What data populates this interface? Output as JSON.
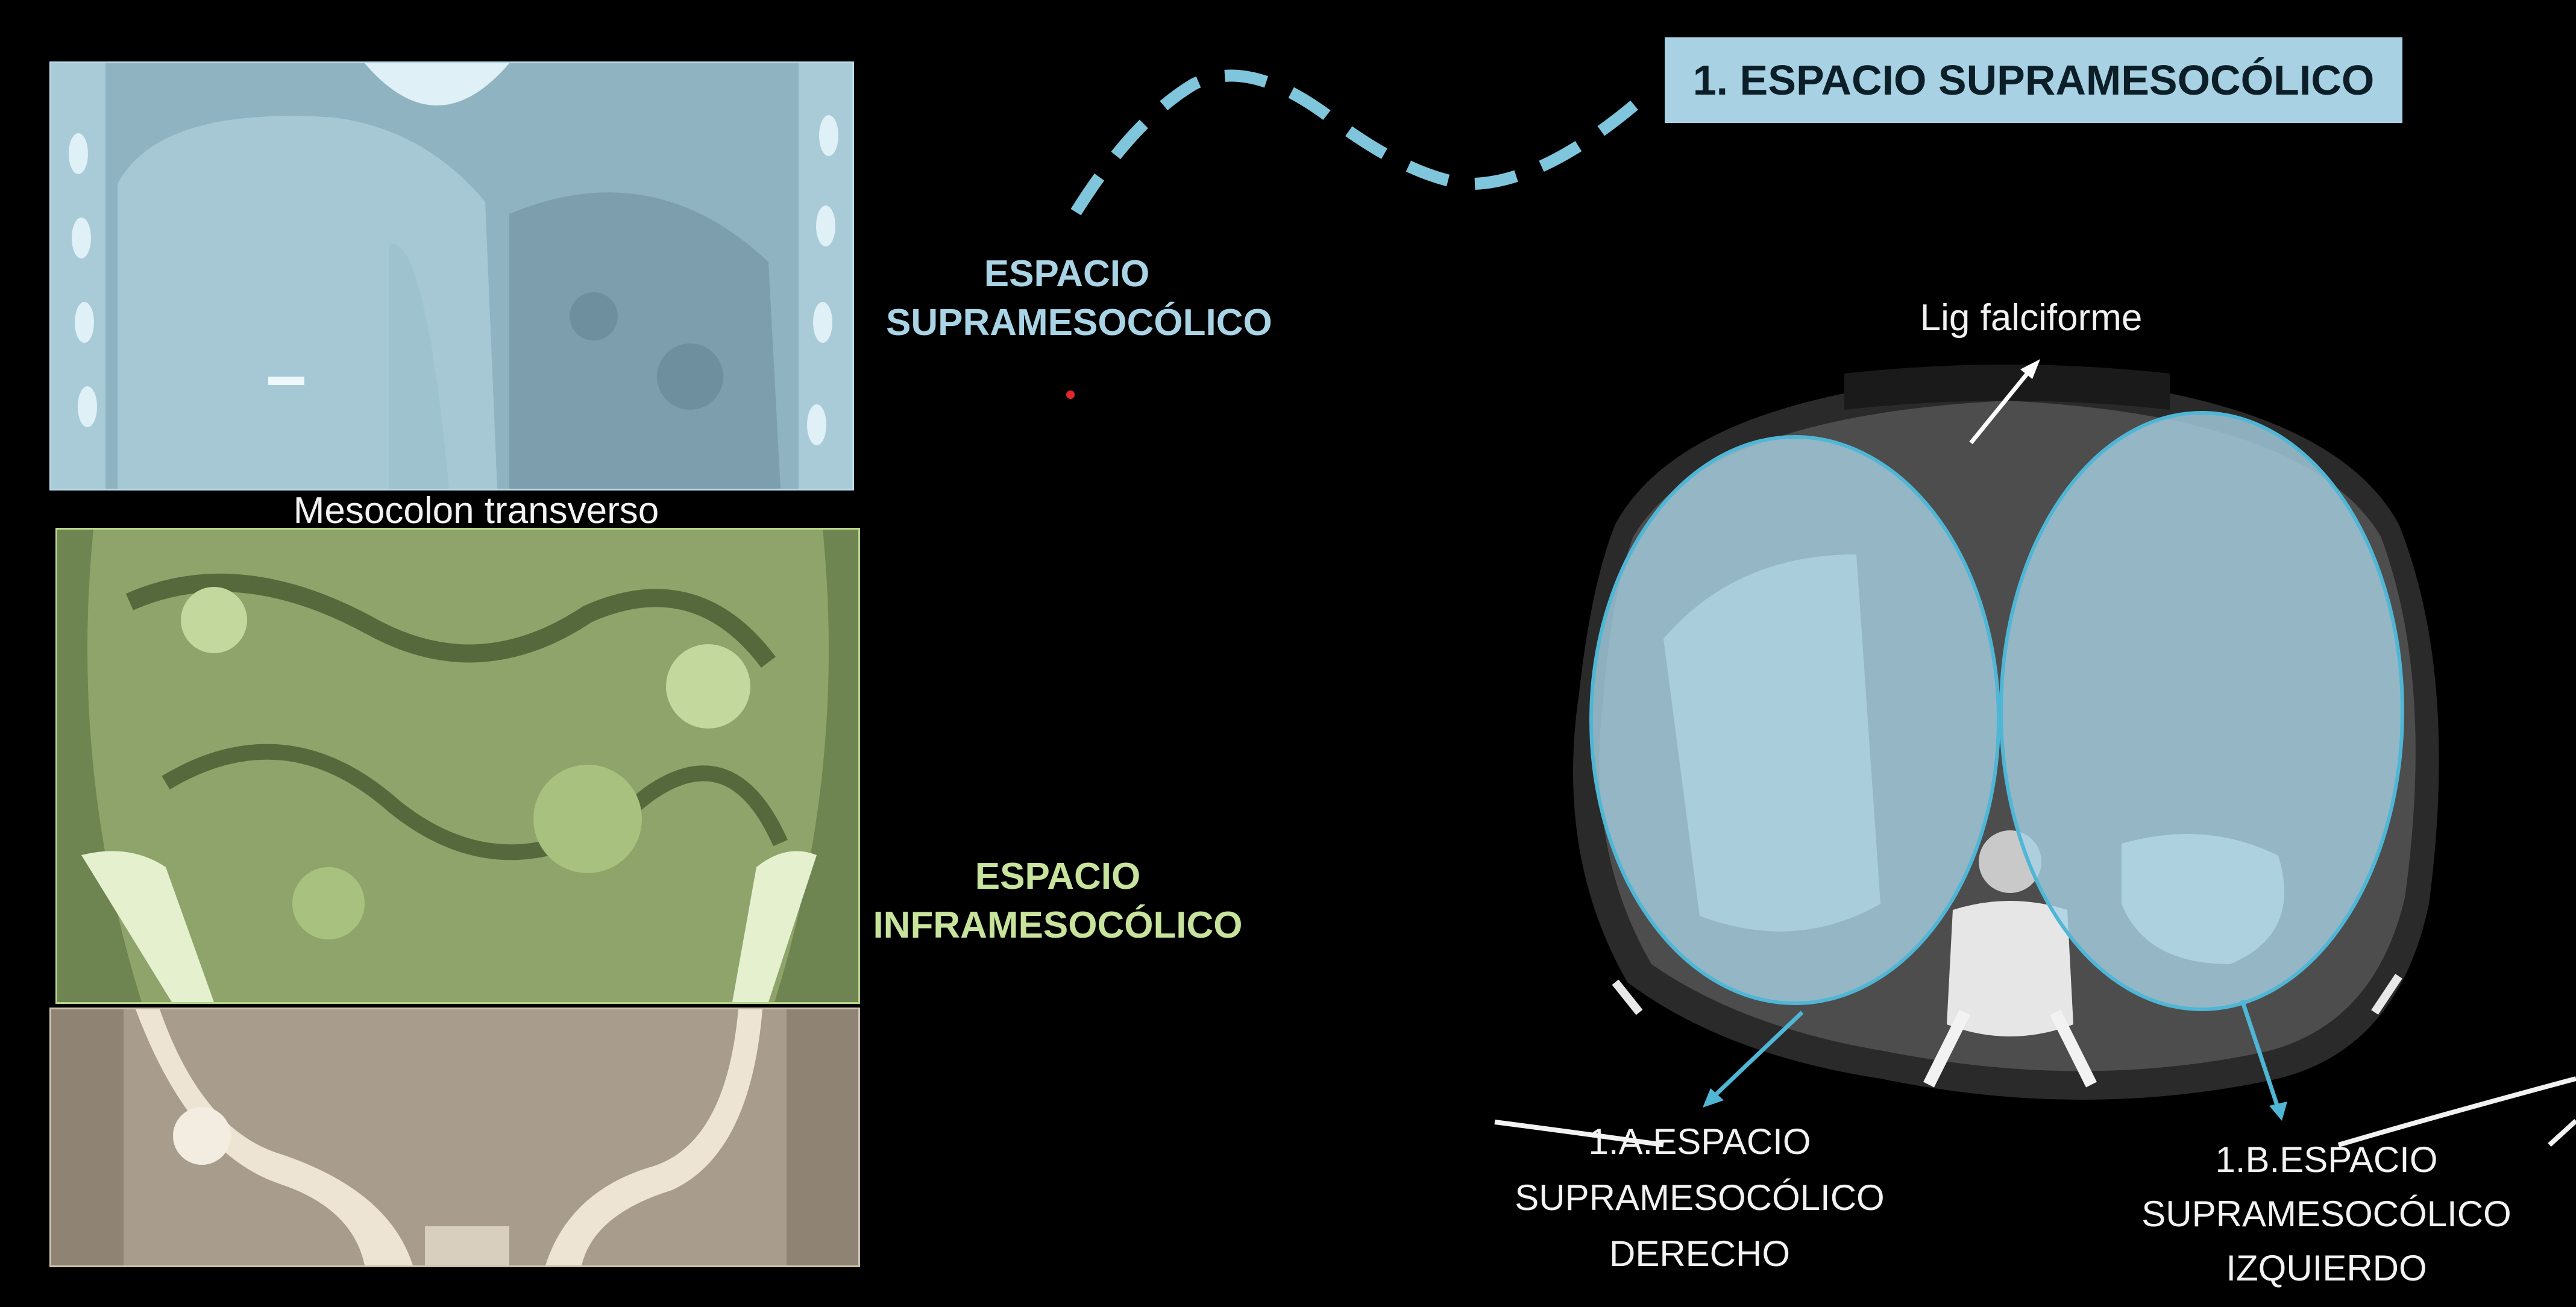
{
  "title_box": "1. ESPACIO SUPRAMESOCÓLICO",
  "supramesocolic_label": [
    "ESPACIO",
    "SUPRAMESOCÓLICO"
  ],
  "inframesocolic_label": [
    "ESPACIO",
    "INFRAMESOCÓLICO"
  ],
  "mesocolon_label": "Mesocolon transverso",
  "falciform_label": "Lig falciforme",
  "right_space_label": [
    "1.A.ESPACIO",
    "SUPRAMESOCÓLICO",
    "DERECHO"
  ],
  "left_space_label": [
    "1.B.ESPACIO",
    "SUPRAMESOCÓLICO",
    "IZQUIERDO"
  ],
  "colors": {
    "background": "#000000",
    "supramesocolic_blue": "#a8d2e3",
    "inframesocolic_green": "#b7d48a",
    "pelvis_beige": "#c9bca9",
    "outline_cyan": "#4fb6d6"
  }
}
